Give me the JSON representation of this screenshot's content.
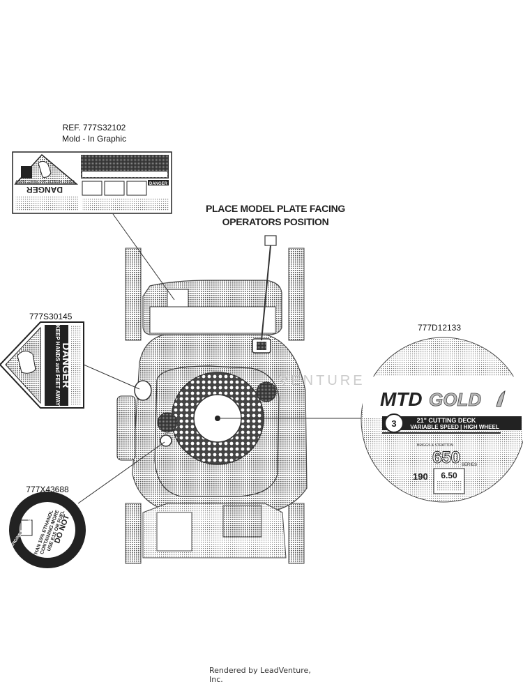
{
  "labels": {
    "ref_title": "REF. 777S32102",
    "ref_subtitle": "Mold - In Graphic",
    "model_plate_line1": "PLACE MODEL PLATE FACING",
    "model_plate_line2": "OPERATORS POSITION",
    "part_left_danger": "777S30145",
    "part_fuel": "777X43688",
    "part_gold_decal": "777D12133"
  },
  "decal_ref": {
    "danger_word": "DANGER",
    "danger_text": "KEEP HANDS and FEET AWAY",
    "small_danger": "DANGER"
  },
  "decal_danger": {
    "word": "DANGER",
    "text": "KEEP HANDS and FEET AWAY"
  },
  "decal_fuel": {
    "line1": "DO NOT",
    "line2": "USE E15 OR FUEL",
    "line3": "CONTAINING MORE",
    "line4": "THAN 10% ETHANOL",
    "ring": "TO AVOID ENGINE DAMAGE"
  },
  "decal_gold": {
    "brand": "MTD",
    "brand2": "GOLD",
    "badge": "3",
    "deck": "21\" CUTTING DECK",
    "drive": "VARIABLE SPEED | HIGH WHEEL",
    "engine_brand": "BRIGGS & STRATTON",
    "series": "650",
    "series_word": "SERIES",
    "cc": "190",
    "torque": "6.50"
  },
  "watermark": "VENTURE",
  "footer": "Rendered by LeadVenture, Inc."
}
